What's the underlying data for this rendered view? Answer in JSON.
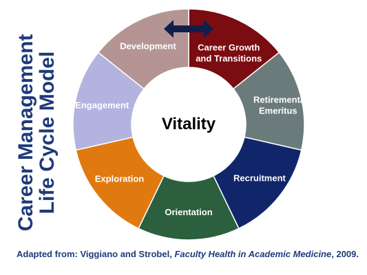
{
  "side_title": {
    "line1": "Career Management",
    "line2": "Life Cycle Model"
  },
  "center_label": "Vitality",
  "segments": [
    {
      "lines": [
        "Career Growth",
        "and Transitions"
      ],
      "color": "#7a0c12"
    },
    {
      "lines": [
        "Retirement/",
        "Emeritus"
      ],
      "color": "#6b7b7b"
    },
    {
      "lines": [
        "Recruitment"
      ],
      "color": "#10256a"
    },
    {
      "lines": [
        "Orientation"
      ],
      "color": "#2c5f3e"
    },
    {
      "lines": [
        "Exploration"
      ],
      "color": "#e07a10"
    },
    {
      "lines": [
        "Engagement"
      ],
      "color": "#b3b3e0"
    },
    {
      "lines": [
        "Development"
      ],
      "color": "#b59594"
    }
  ],
  "arrow_color": "#0f1f4a",
  "title_color": "#1f3a7a",
  "citation": {
    "prefix": "Adapted from: Viggiano and Strobel, ",
    "journal": "Faculty Health in Academic Medicine",
    "suffix": ", 2009."
  }
}
